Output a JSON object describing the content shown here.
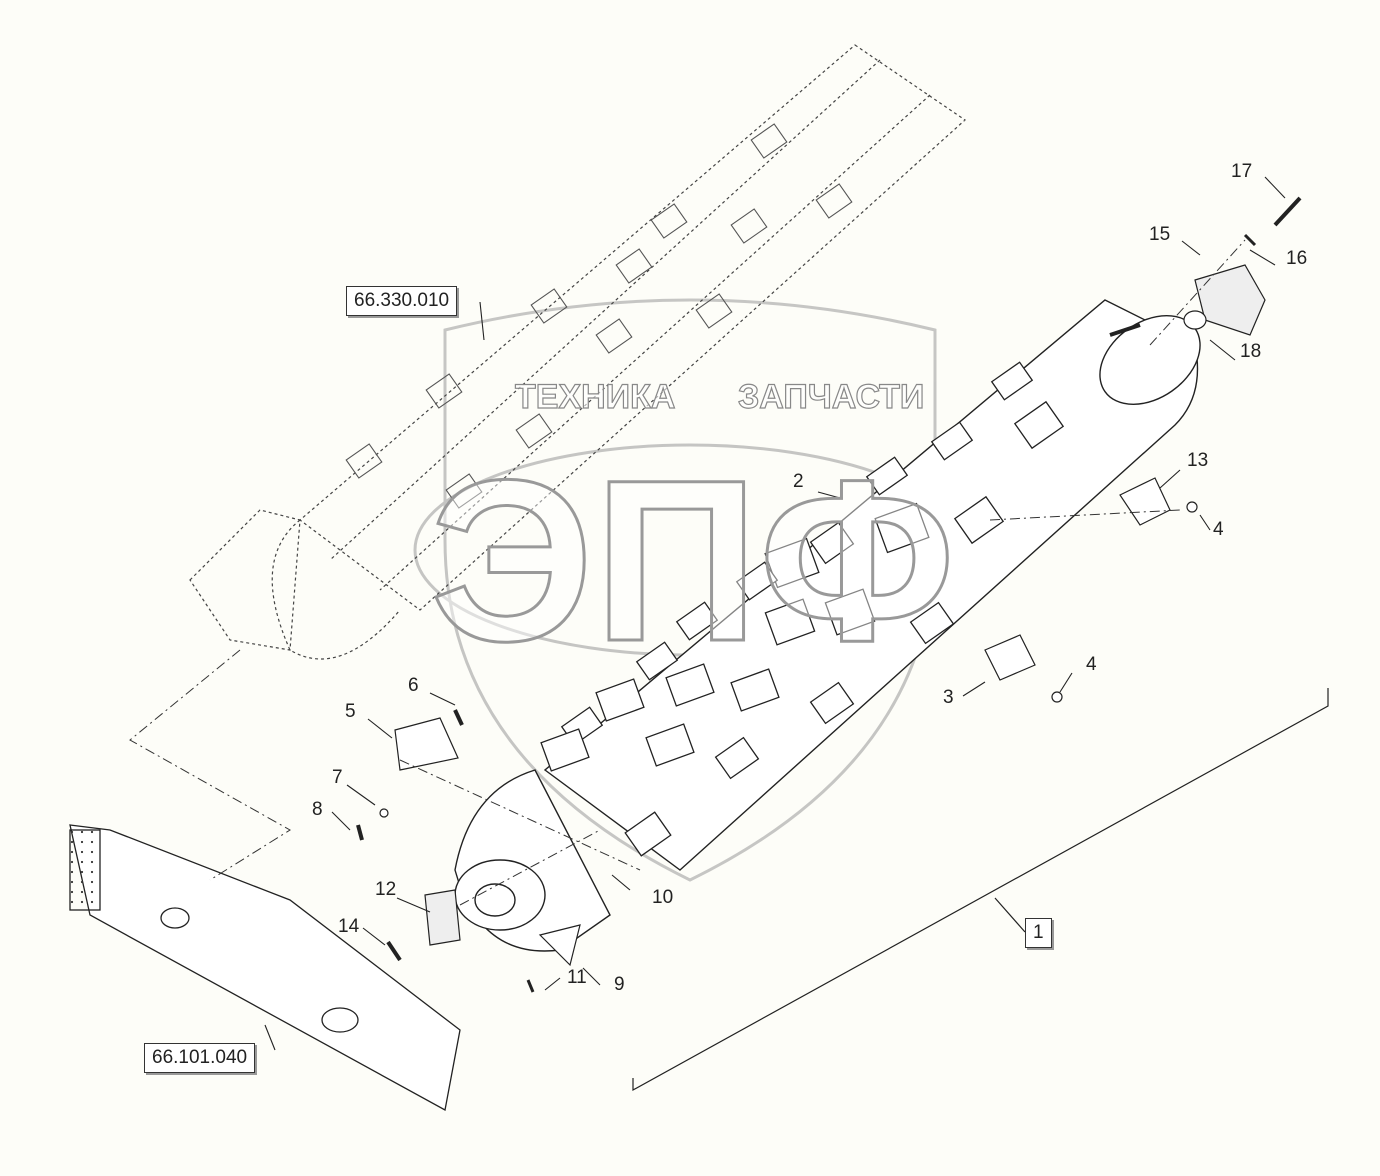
{
  "reference_boxes": {
    "top": "66.330.010",
    "bottom": "66.101.040",
    "assembly": "1"
  },
  "callouts": [
    "2",
    "3",
    "4",
    "4",
    "5",
    "6",
    "7",
    "8",
    "9",
    "10",
    "11",
    "12",
    "13",
    "14",
    "15",
    "16",
    "17",
    "18"
  ],
  "watermark": {
    "line1_left": "ТЕХНИКА",
    "line1_right": "ЗАПЧАСТИ",
    "logo": "ЭПФ"
  },
  "colors": {
    "line": "#222222",
    "background": "#fdfdf8",
    "watermark": "#9a9a9a"
  }
}
